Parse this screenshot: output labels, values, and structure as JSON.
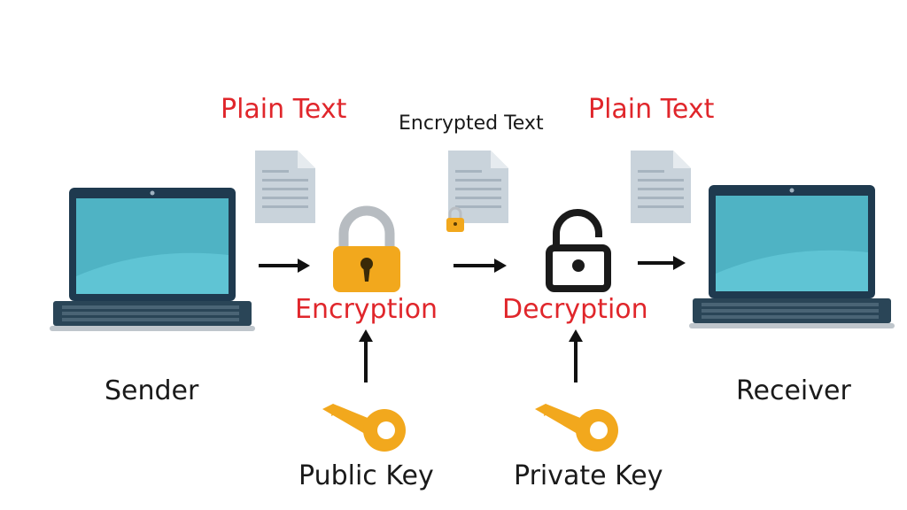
{
  "labels": {
    "plain_text_left": "Plain Text",
    "encrypted_text": "Encrypted Text",
    "plain_text_right": "Plain Text",
    "encryption": "Encryption",
    "decryption": "Decryption",
    "sender": "Sender",
    "receiver": "Receiver",
    "public_key": "Public Key",
    "private_key": "Private Key"
  },
  "colors": {
    "accent_red": "#e0262b",
    "key_gold": "#f2a81d",
    "laptop_body": "#1f3a4f",
    "screen": "#4fb3c4",
    "document": "#c9d3db"
  },
  "icons": [
    "laptop-icon",
    "document-icon",
    "lock-icon",
    "unlock-icon",
    "key-icon",
    "arrow-icon"
  ]
}
